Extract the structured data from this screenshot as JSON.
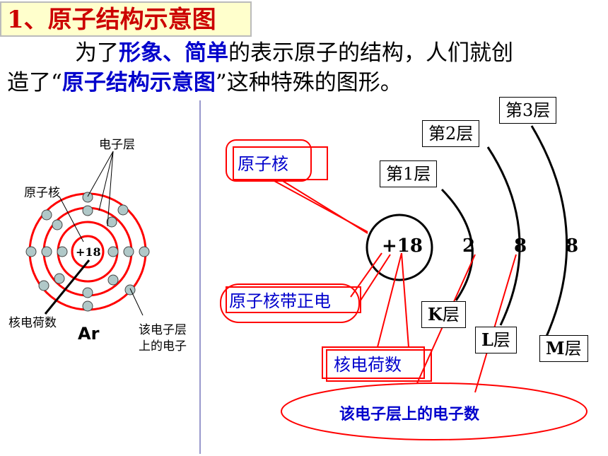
{
  "title": "1、原子结构示意图",
  "intro": {
    "l1_a": "为了",
    "l1_b": "形象、简单",
    "l1_c": "的表示原子的结构，人们就创",
    "l2_a": "造了“",
    "l2_b": "原子结构示意图",
    "l2_c": "”这种特殊的图形。"
  },
  "left_diagram": {
    "shell_label": "电子层",
    "nucleus_label": "原子核",
    "nucleus_charge": "+18",
    "charge_label": "核电荷数",
    "electron_label_1": "该电子层",
    "electron_label_2": "上的电子",
    "element": "Ar"
  },
  "right_diagram": {
    "nucleus_label": "原子核",
    "nucleus_charge": "+18",
    "positive_label": "原子核带正电",
    "charge_label": "核电荷数",
    "electrons_label": "该电子层上的电子数",
    "shells": [
      {
        "name": "第1层",
        "letter": "K",
        "suffix": "层",
        "electrons": "2"
      },
      {
        "name": "第2层",
        "letter": "L",
        "suffix": "层",
        "electrons": "8"
      },
      {
        "name": "第3层",
        "letter": "M",
        "suffix": "层",
        "electrons": "8"
      }
    ]
  },
  "colors": {
    "title_text": "#cc0000",
    "title_bg": "#ffffcc",
    "accent_blue": "#0000cc",
    "accent_red": "#ff0000",
    "electron_fill": "#b0c8c8"
  }
}
